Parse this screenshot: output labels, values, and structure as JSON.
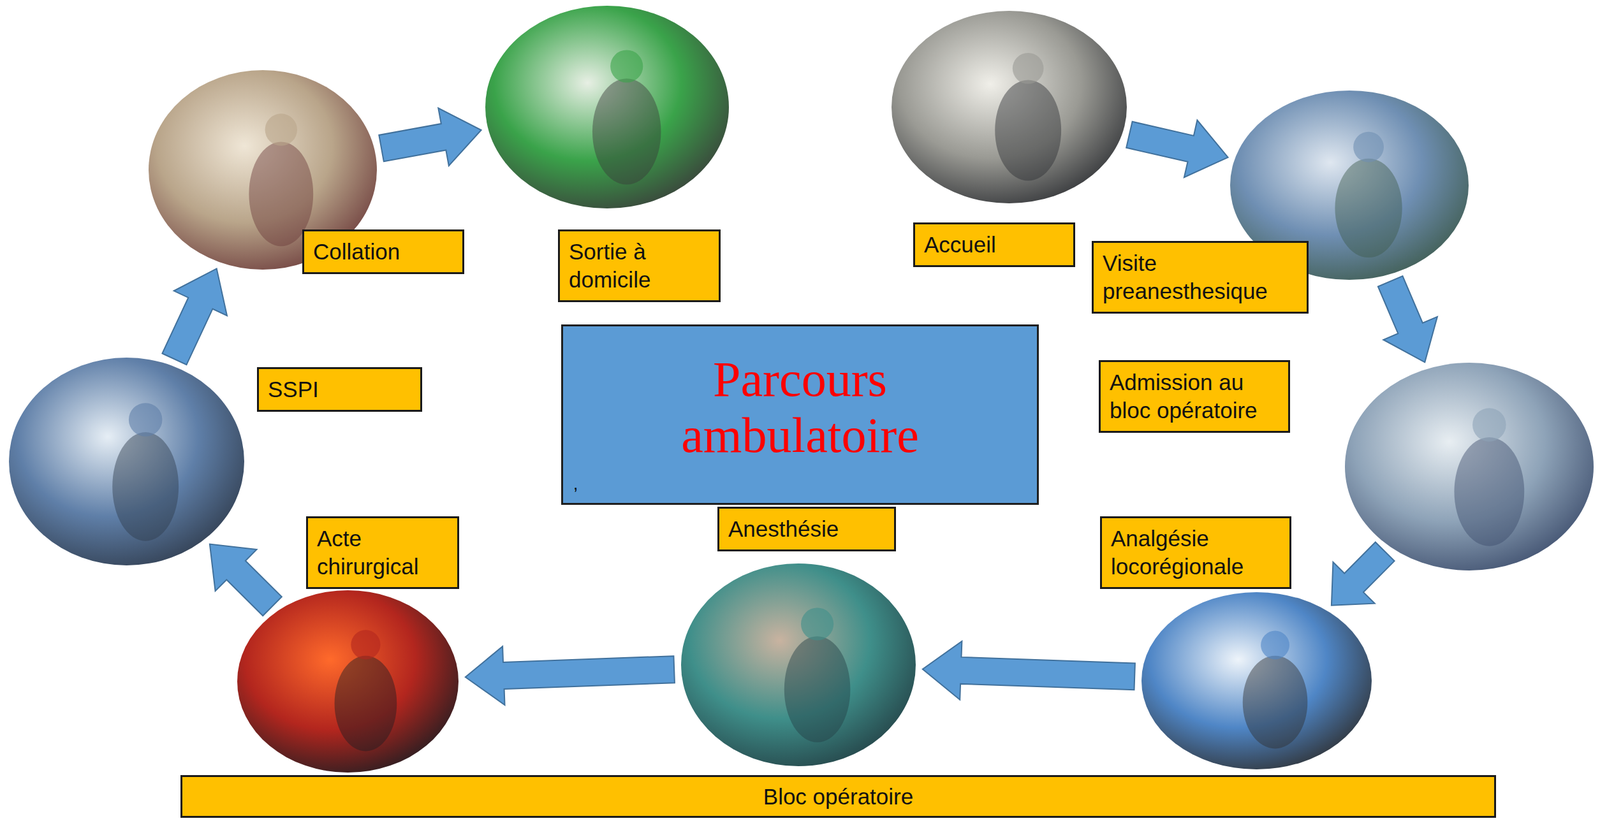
{
  "diagram": {
    "title": "Parcours ambulatoire",
    "nodes": [
      {
        "text": [
          "Accueil"
        ]
      },
      {
        "text": [
          "Visite preanesthesique"
        ]
      },
      {
        "text": [
          "Admission au bloc opératoire"
        ]
      },
      {
        "text": [
          "Analgésie locorégionale"
        ]
      },
      {
        "text": [
          "Anesthésie"
        ]
      },
      {
        "text": [
          "Acte chirurgical"
        ]
      },
      {
        "text": [
          "SSPI"
        ]
      },
      {
        "text": [
          "Collation"
        ]
      },
      {
        "text": [
          "Sortie à domicile"
        ]
      },
      {
        "text": [
          "Bloc opératoire"
        ]
      }
    ],
    "edges": [
      {
        "from": 0,
        "to": 1,
        "arrow": "to"
      },
      {
        "from": 1,
        "to": 2,
        "arrow": "to"
      },
      {
        "from": 2,
        "to": 3,
        "arrow": "to"
      },
      {
        "from": 3,
        "to": 4,
        "arrow": "to"
      },
      {
        "from": 4,
        "to": 5,
        "arrow": "to"
      },
      {
        "from": 5,
        "to": 6,
        "arrow": "to"
      },
      {
        "from": 6,
        "to": 7,
        "arrow": "to"
      },
      {
        "from": 7,
        "to": 8,
        "arrow": "to"
      }
    ],
    "labels": [
      ","
    ]
  }
}
